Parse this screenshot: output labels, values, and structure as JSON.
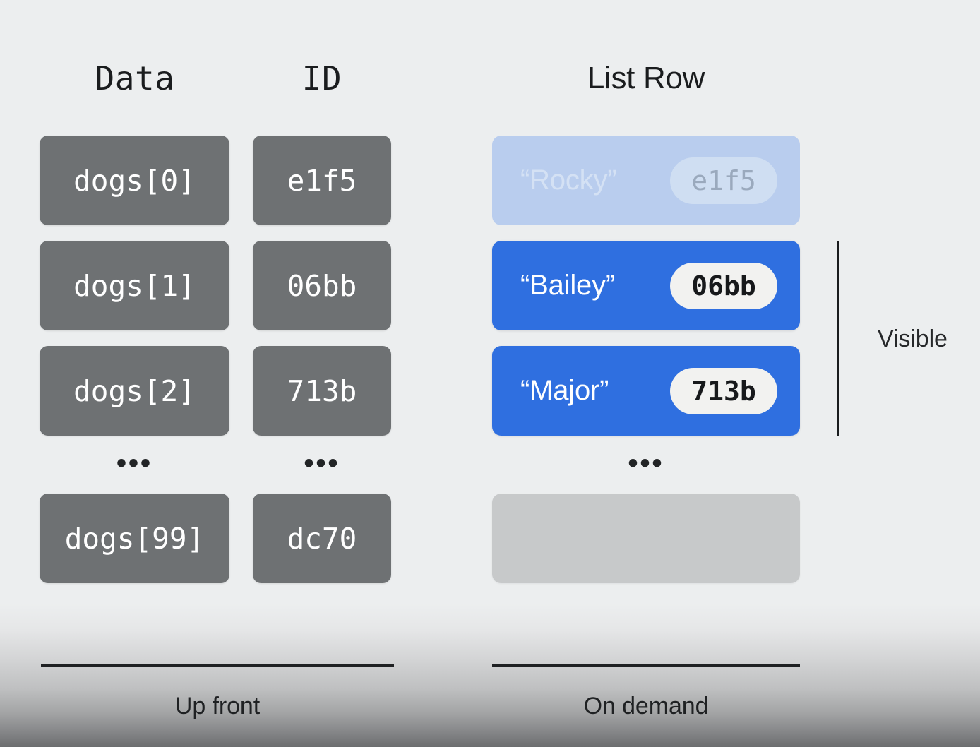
{
  "headers": {
    "data": "Data",
    "id": "ID",
    "list_row": "List Row"
  },
  "ellipsis": {
    "glyph": "•••"
  },
  "data_column": {
    "cells": [
      {
        "label": "dogs[0]"
      },
      {
        "label": "dogs[1]"
      },
      {
        "label": "dogs[2]"
      },
      {
        "label": "dogs[99]"
      }
    ]
  },
  "id_column": {
    "cells": [
      {
        "label": "e1f5"
      },
      {
        "label": "06bb"
      },
      {
        "label": "713b"
      },
      {
        "label": "dc70"
      }
    ]
  },
  "list_rows": [
    {
      "name": "“Rocky”",
      "id": "e1f5",
      "state": "ghost"
    },
    {
      "name": "“Bailey”",
      "id": "06bb",
      "state": "filled"
    },
    {
      "name": "“Major”",
      "id": "713b",
      "state": "filled"
    },
    {
      "name": "",
      "id": "",
      "state": "empty"
    }
  ],
  "annotations": {
    "visible_label": "Visible"
  },
  "footers": {
    "left": "Up front",
    "right": "On demand"
  },
  "colors": {
    "background": "#eceeef",
    "memory_box": "#6e7173",
    "row_active": "#2f6fe0",
    "row_ghost": "#b9cdee",
    "row_empty": "#c7c9ca",
    "pill_active": "#f2f2f0",
    "pill_ghost": "#cfdef2",
    "text_dark": "#1a1c1e",
    "text_light": "#ffffff"
  }
}
